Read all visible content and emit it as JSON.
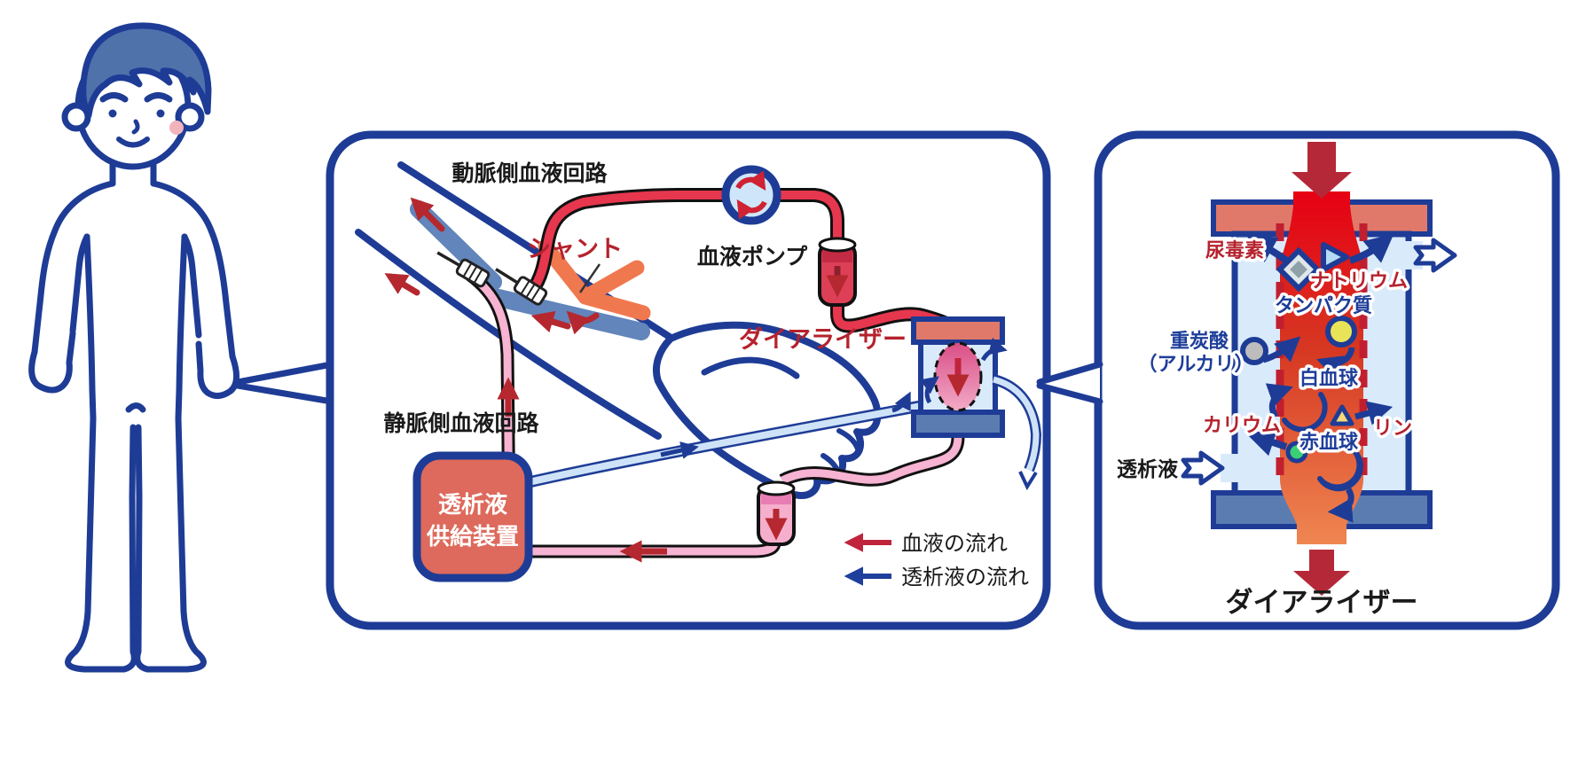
{
  "circuit_panel": {
    "arterial_line_label": "動脈側血液回路",
    "shunt_label": "シャント",
    "blood_pump_label": "血液ポンプ",
    "dialyzer_label": "ダイアライザー",
    "venous_line_label": "静脈側血液回路",
    "supply_device": {
      "line1": "透析液",
      "line2": "供給装置"
    },
    "legend": {
      "blood_flow_label": "血液の流れ",
      "dialysate_flow_label": "透析液の流れ"
    }
  },
  "dialyzer_panel": {
    "title": "ダイアライザー",
    "substances": {
      "uremic_toxin": "尿毒素",
      "sodium": "ナトリウム",
      "protein": "タンパク質",
      "bicarbonate_line1": "重炭酸",
      "bicarbonate_line2": "（アルカリ）",
      "white_blood_cell": "白血球",
      "potassium": "カリウム",
      "phosphorus": "リン",
      "red_blood_cell": "赤血球",
      "dialysate": "透析液"
    }
  },
  "colors": {
    "outline_blue": "#1e3c96",
    "blood_red": "#e6374e",
    "dark_red": "#b5282f",
    "crimson_label": "#b5222d",
    "pink_tube": "#f6b3d2",
    "light_blue_fill": "#d9eafb",
    "steel_blue": "#5b7cb0",
    "salmon_cap": "#e0796a",
    "supply_box": "#dd6a5c",
    "shunt_orange": "#f0784f",
    "column_red": "#e60014",
    "column_orange": "#ef8651"
  }
}
